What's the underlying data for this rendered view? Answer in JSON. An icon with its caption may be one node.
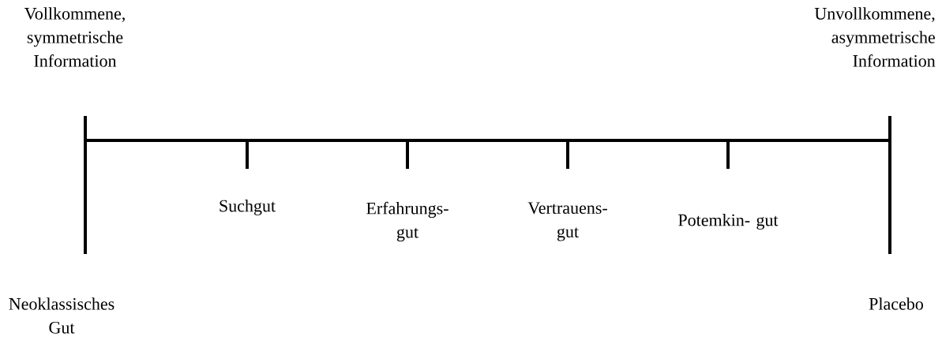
{
  "diagram": {
    "labels": [
      "Vollkommene, symmetrische Information",
      "Unvollkommene, asymmetrische Information",
      "Suchgut",
      "Erfahrungs- gut",
      "Vertrauens- gut",
      "Potemkin- gut",
      "Neoklassisches Gut",
      "Placebo"
    ]
  }
}
